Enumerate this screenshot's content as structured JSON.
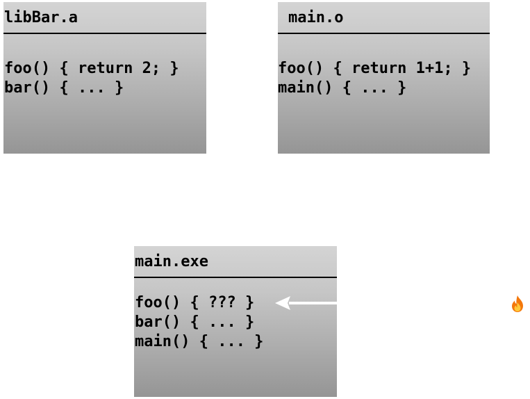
{
  "boxes": {
    "lib": {
      "title": "libBar.a",
      "lines": [
        "foo() { return 2; }",
        "bar() { ... }"
      ]
    },
    "main_o": {
      "title": "main.o",
      "lines": [
        "foo() { return 1+1; }",
        "main() { ... }"
      ]
    },
    "exe": {
      "title": "main.exe",
      "lines": [
        "foo() { ??? }",
        "bar() { ... }",
        "main() { ... }"
      ]
    }
  },
  "icons": {
    "arrow": "arrow-left-icon",
    "fire": "fire-icon"
  },
  "colors": {
    "box_gradient_top": "#d4d4d4",
    "box_gradient_bottom": "#959595",
    "text": "#000000",
    "arrow": "#ffffff"
  }
}
